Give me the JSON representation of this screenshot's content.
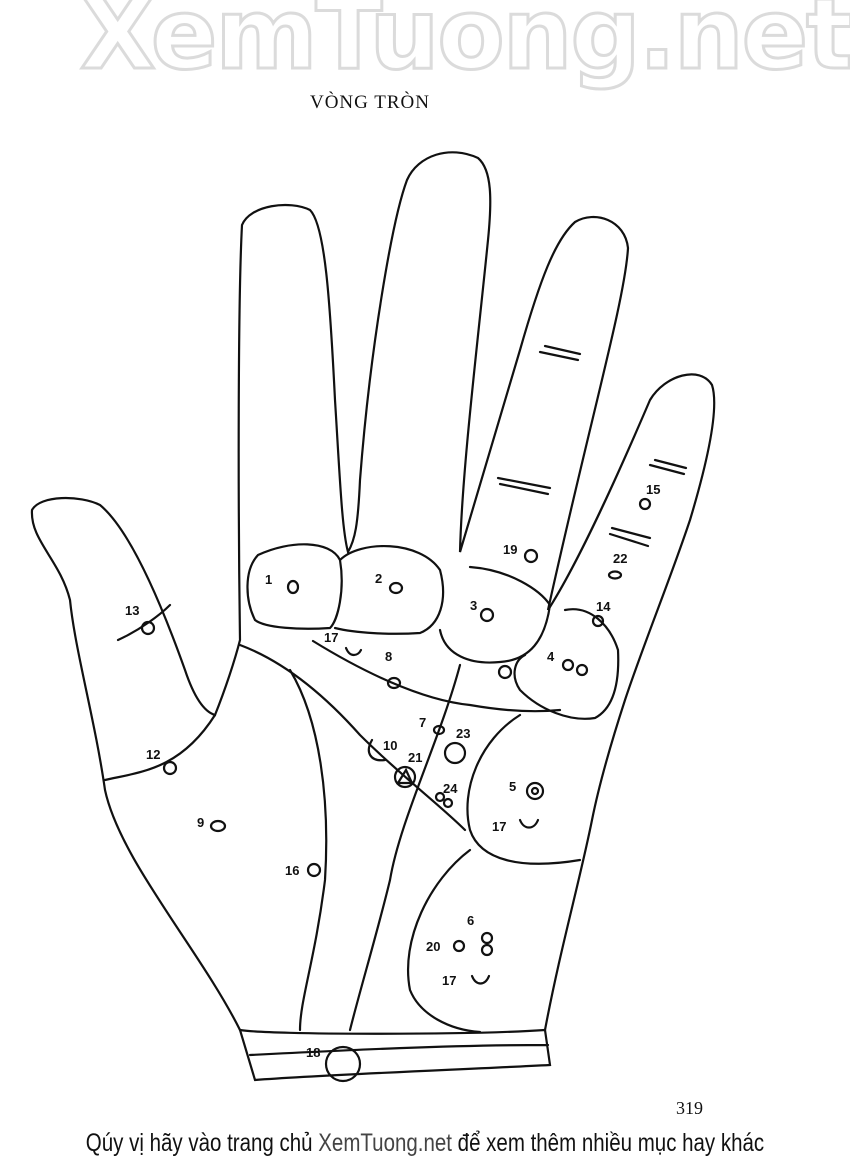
{
  "title": "VÒNG TRÒN",
  "page_number": "319",
  "watermark": "XemTuong.net",
  "footer": {
    "before": "Qúy vị hãy vào trang chủ ",
    "site": "XemTuong.net",
    "after": " để xem thêm nhiều mục hay khác"
  },
  "labels": [
    "1",
    "2",
    "3",
    "19",
    "15",
    "22",
    "14",
    "4",
    "13",
    "17",
    "8",
    "7",
    "23",
    "10",
    "21",
    "24",
    "5",
    "17",
    "12",
    "9",
    "16",
    "6",
    "20",
    "17",
    "18"
  ]
}
